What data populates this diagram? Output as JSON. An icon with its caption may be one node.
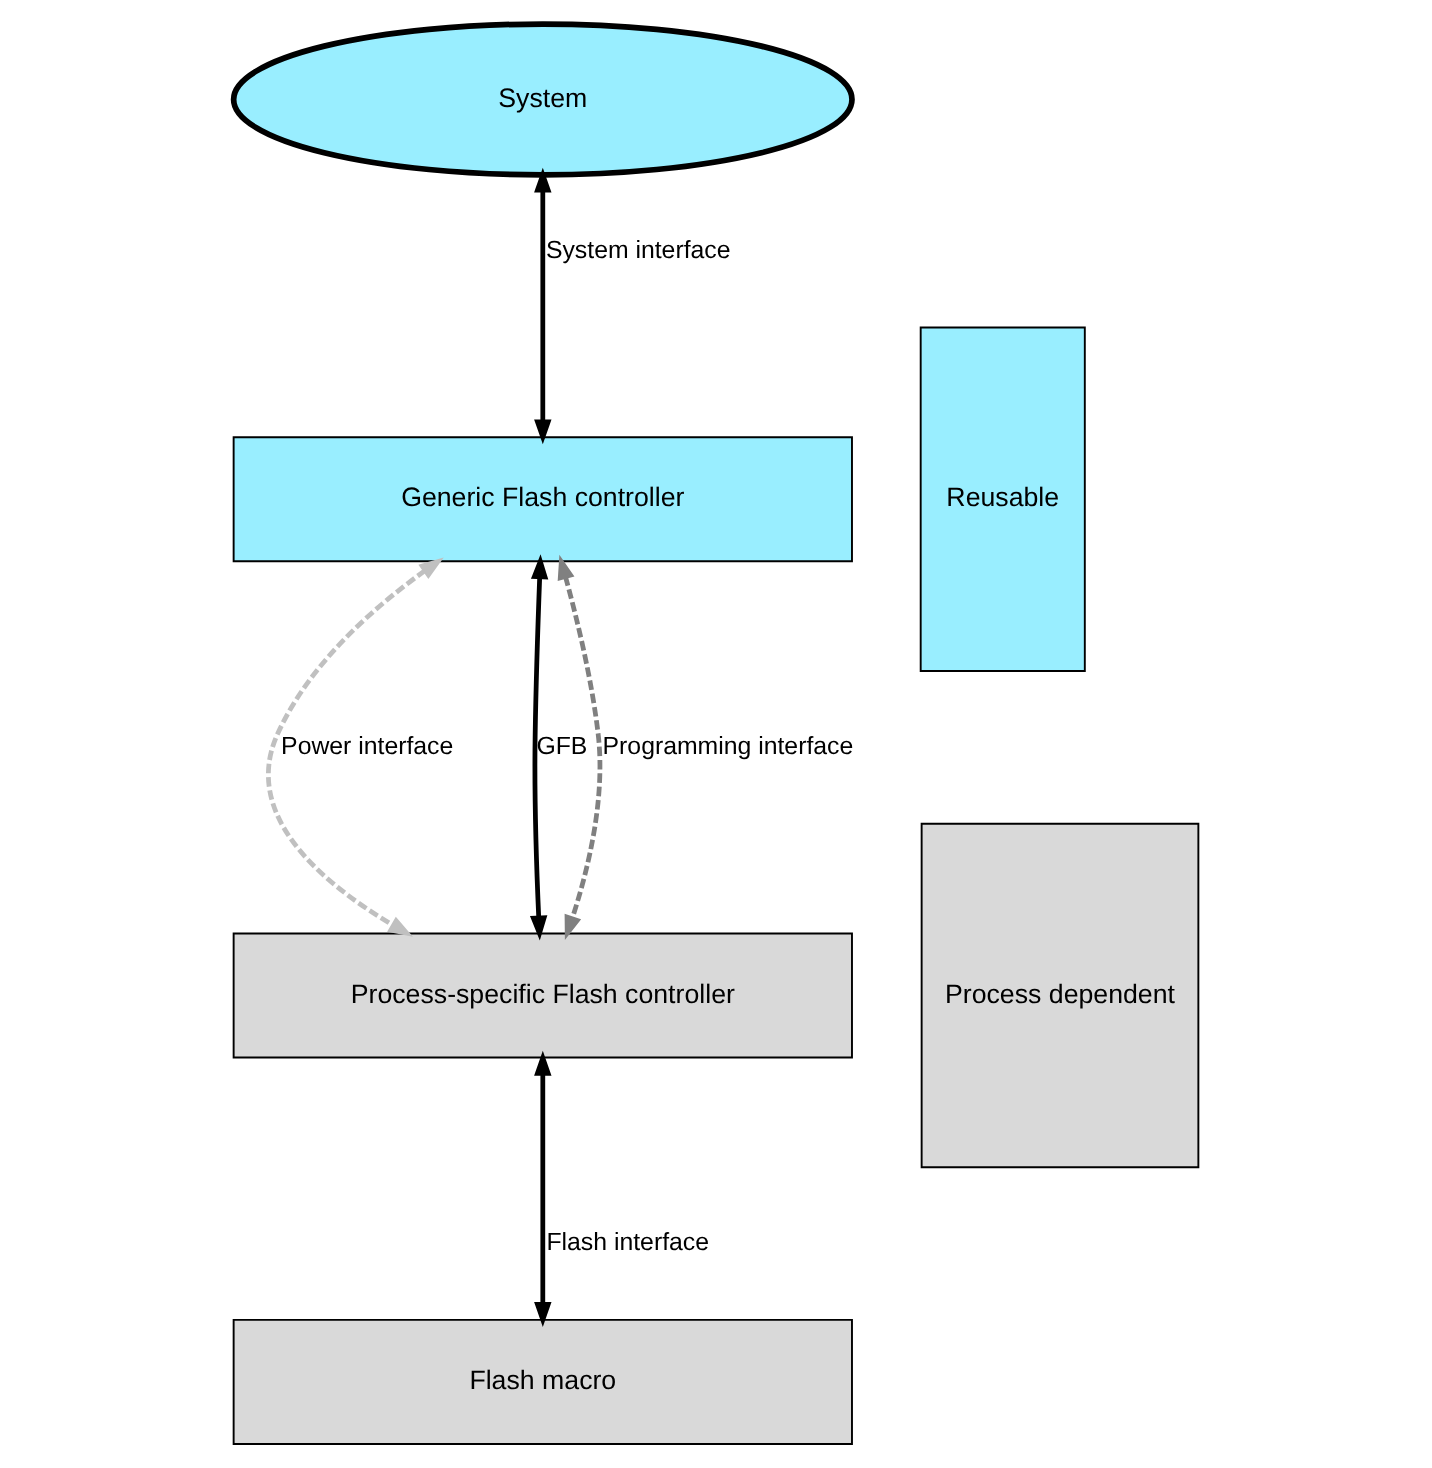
{
  "diagram": {
    "nodes": [
      {
        "text": [
          "System"
        ]
      },
      {
        "text": [
          "Generic Flash controller"
        ]
      },
      {
        "text": [
          "Process-specific Flash controller"
        ]
      },
      {
        "text": [
          "Flash macro"
        ]
      },
      {
        "text": [
          "Reusable"
        ]
      },
      {
        "text": [
          "Process dependent"
        ]
      }
    ],
    "edges": [
      {
        "from": 0,
        "to": 1,
        "arrow": "both",
        "label": "System interface"
      },
      {
        "from": 1,
        "to": 2,
        "arrow": "both",
        "label": "Power interface",
        "style": "dashed",
        "color": "#c0c0c0"
      },
      {
        "from": 1,
        "to": 2,
        "arrow": "both",
        "label": "GFB"
      },
      {
        "from": 1,
        "to": 2,
        "arrow": "both",
        "label": "Programming interface",
        "style": "dashed",
        "color": "#808080"
      },
      {
        "from": 2,
        "to": 3,
        "arrow": "both",
        "label": "Flash interface"
      }
    ]
  }
}
